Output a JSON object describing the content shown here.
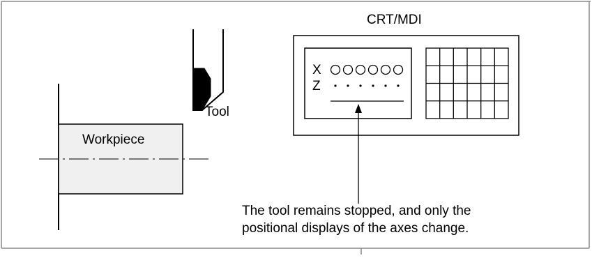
{
  "labels": {
    "crt_title": "CRT/MDI",
    "tool": "Tool",
    "workpiece": "Workpiece",
    "axis_x": "X",
    "axis_z": "Z",
    "caption_line1": "The tool remains stopped, and only the",
    "caption_line2": "positional displays of the axes change."
  },
  "colors": {
    "line": "#000000",
    "workpiece_fill": "#f0f0f0",
    "frame": "#888888",
    "tool_fill": "#000000"
  }
}
